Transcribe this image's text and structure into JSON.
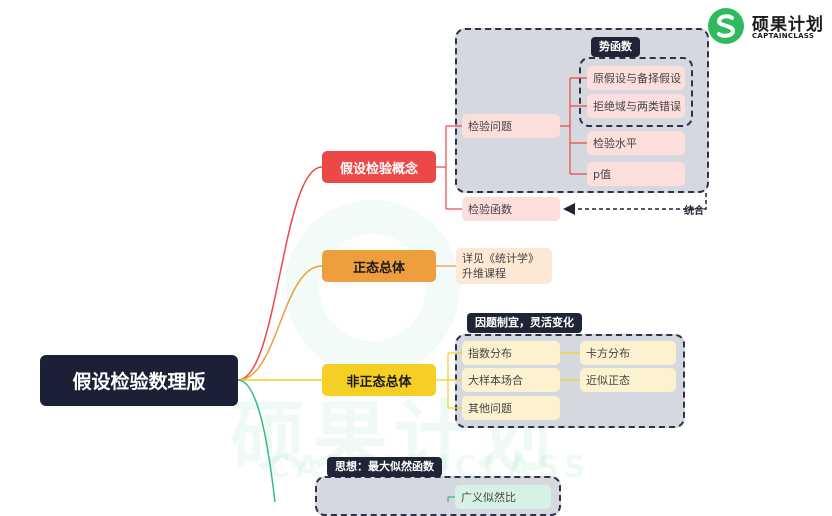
{
  "logo": {
    "title": "硕果计划",
    "subtitle": "CAPTAINCLASS",
    "brand_color": "#2dbb5e",
    "watermark_text": "硕果计划",
    "watermark_sub": "CAPTAINCLASS"
  },
  "root": {
    "label": "假设检验数理版"
  },
  "branches": [
    {
      "label": "假设检验概念",
      "color": "#ec4848",
      "children": [
        {
          "label": "检验问题",
          "children": [
            {
              "label": "原假设与备择假设"
            },
            {
              "label": "拒绝域与两类错误"
            },
            {
              "label": "检验水平"
            },
            {
              "label": "p值"
            }
          ]
        },
        {
          "label": "检验函数"
        }
      ],
      "power_tag": "势函数",
      "unify_label": "统合"
    },
    {
      "label": "正态总体",
      "color": "#ee9f3d",
      "note_line1": "详见《统计学》",
      "note_line2": "升维课程"
    },
    {
      "label": "非正态总体",
      "color": "#f5cf24",
      "tag": "因题制宜，灵活变化",
      "children": [
        {
          "label": "指数分布",
          "right": "卡方分布"
        },
        {
          "label": "大样本场合",
          "right": "近似正态"
        },
        {
          "label": "其他问题"
        }
      ]
    },
    {
      "label": "",
      "color": "#2dbf80",
      "tag": "思想：最大似然函数",
      "children": [
        {
          "label": "广义似然比"
        }
      ]
    }
  ],
  "colors": {
    "root": "#1b2036",
    "region_fill": "#d5d8df",
    "region_border": "#2d3245",
    "branch_red": "#ec4848",
    "branch_orange": "#ee9f3d",
    "branch_yellow": "#f5cf24",
    "branch_green": "#2dbf80"
  }
}
